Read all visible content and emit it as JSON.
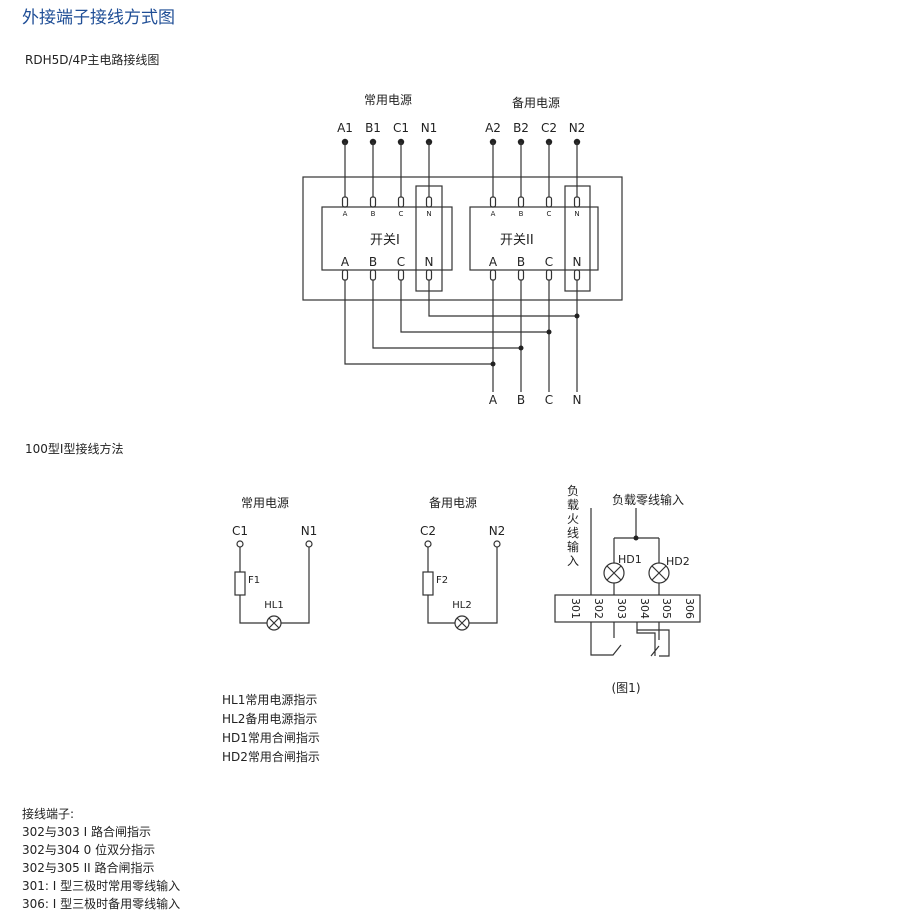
{
  "title": "外接端子接线方式图",
  "main_circuit": {
    "title": "RDH5D/4P主电路接线图",
    "normal_source": "常用电源",
    "backup_source": "备用电源",
    "inputs1": [
      "A1",
      "B1",
      "C1",
      "N1"
    ],
    "inputs2": [
      "A2",
      "B2",
      "C2",
      "N2"
    ],
    "switch1": "开关I",
    "switch2": "开关II",
    "terminals": [
      "A",
      "B",
      "C",
      "N"
    ],
    "outputs": [
      "A",
      "B",
      "C",
      "N"
    ]
  },
  "wiring_100": {
    "title": "100型I型接线方法",
    "normal": {
      "label": "常用电源",
      "phase": "C1",
      "neutral": "N1",
      "fuse": "F1",
      "lamp": "HL1"
    },
    "backup": {
      "label": "备用电源",
      "phase": "C2",
      "neutral": "N2",
      "fuse": "F2",
      "lamp": "HL2"
    },
    "load_live": "负载火线输入",
    "load_neutral": "负载零线输入",
    "hd1": "HD1",
    "hd2": "HD2",
    "block": [
      "301",
      "302",
      "303",
      "304",
      "305",
      "306"
    ],
    "caption": "(图1)"
  },
  "legend": [
    "HL1常用电源指示",
    "HL2备用电源指示",
    "HD1常用合闸指示",
    "HD2常用合闸指示"
  ],
  "notes": [
    "接线端子:",
    "302与303 I 路合闸指示",
    "302与304 0 位双分指示",
    "302与305 II 路合闸指示",
    "301: I 型三极时常用零线输入",
    "306: I 型三极时备用零线输入"
  ]
}
